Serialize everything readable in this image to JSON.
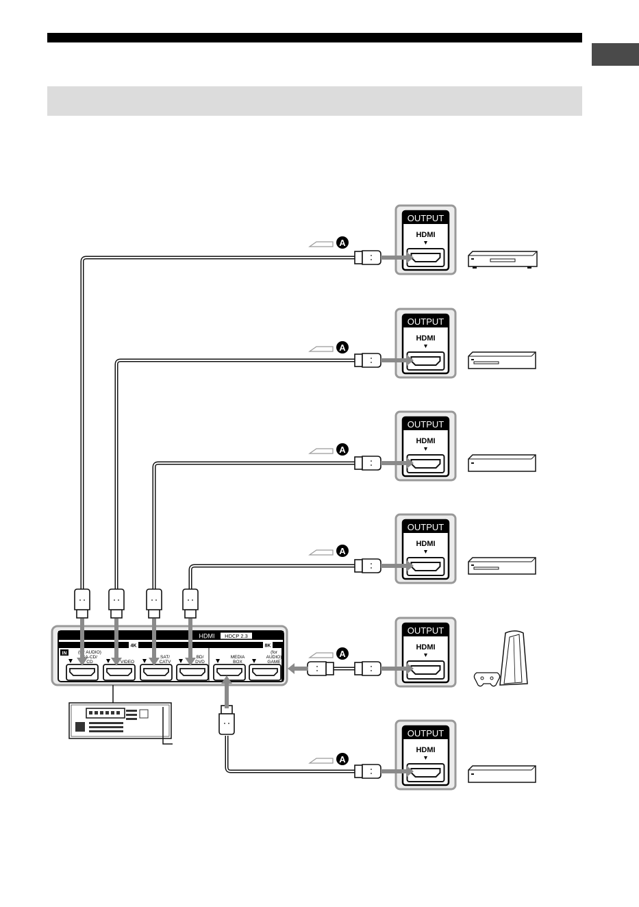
{
  "output_panel": {
    "title": "OUTPUT",
    "port": "HDMI"
  },
  "cable_label": "A",
  "receiver_panel": {
    "header": "HDMI",
    "hdcp": "HDCP 2.3",
    "in_label": "IN",
    "badge_4k": "4K",
    "badge_8k": "8K",
    "ports": [
      {
        "lines": [
          "(for AUDIO)",
          "SA-CD/",
          "CD"
        ]
      },
      {
        "lines": [
          "VIDEO"
        ]
      },
      {
        "lines": [
          "SAT/",
          "CATV"
        ]
      },
      {
        "lines": [
          "BD/",
          "DVD"
        ]
      },
      {
        "lines": [
          "MEDIA",
          "BOX"
        ]
      },
      {
        "lines": [
          "(for",
          "AUDIO)",
          "GAME"
        ]
      }
    ]
  },
  "colors": {
    "line": "#1a1a1a",
    "gray": "#9a9a9a",
    "panel_fill": "#ececec",
    "black": "#000000"
  }
}
